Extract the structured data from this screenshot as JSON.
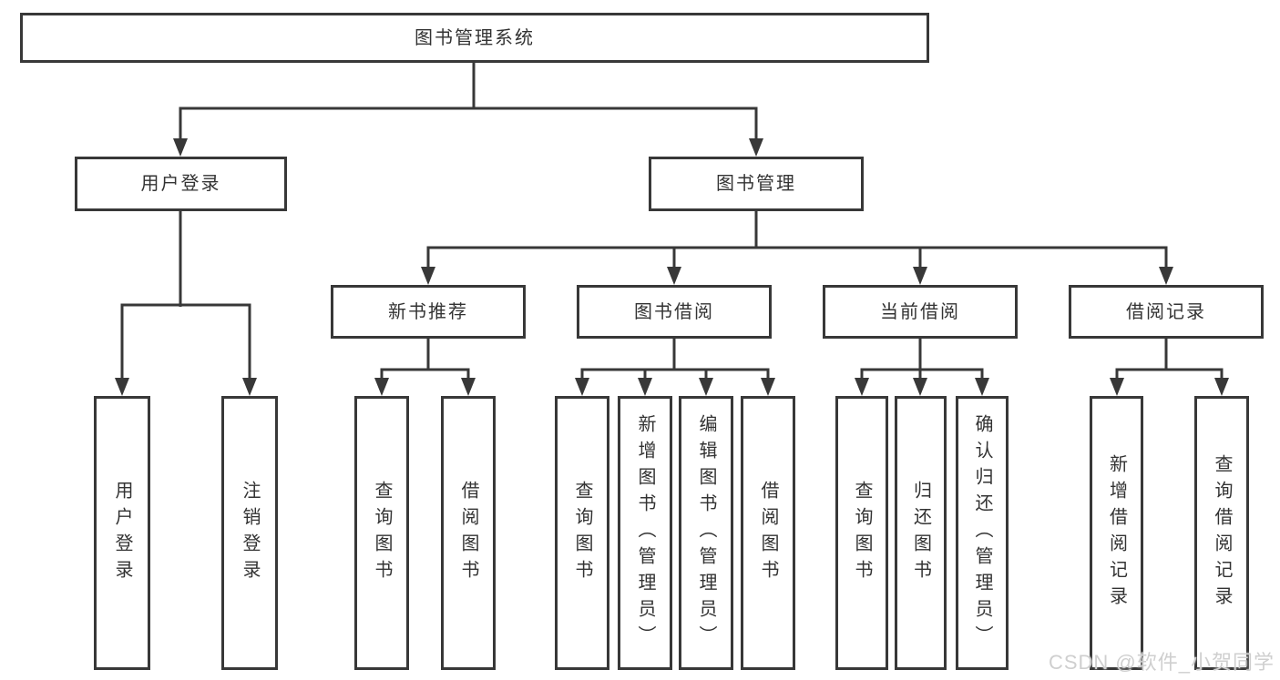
{
  "tree": {
    "label": "图书管理系统",
    "children": [
      {
        "label": "用户登录",
        "children": [
          {
            "label": "用户登录"
          },
          {
            "label": "注销登录"
          }
        ]
      },
      {
        "label": "图书管理",
        "children": [
          {
            "label": "新书推荐",
            "children": [
              {
                "label": "查询图书"
              },
              {
                "label": "借阅图书"
              }
            ]
          },
          {
            "label": "图书借阅",
            "children": [
              {
                "label": "查询图书"
              },
              {
                "label": "新增图书（管理员）"
              },
              {
                "label": "编辑图书（管理员）"
              },
              {
                "label": "借阅图书"
              }
            ]
          },
          {
            "label": "当前借阅",
            "children": [
              {
                "label": "查询图书"
              },
              {
                "label": "归还图书"
              },
              {
                "label": "确认归还（管理员）"
              }
            ]
          },
          {
            "label": "借阅记录",
            "children": [
              {
                "label": "新增借阅记录"
              },
              {
                "label": "查询借阅记录"
              }
            ]
          }
        ]
      }
    ]
  },
  "watermark": {
    "text": "CSDN @软件_小贺同学"
  },
  "colors": {
    "line": "#383838",
    "box_border": "#383838",
    "text": "#333333",
    "background": "#ffffff",
    "watermark": "#cfcfcf"
  }
}
